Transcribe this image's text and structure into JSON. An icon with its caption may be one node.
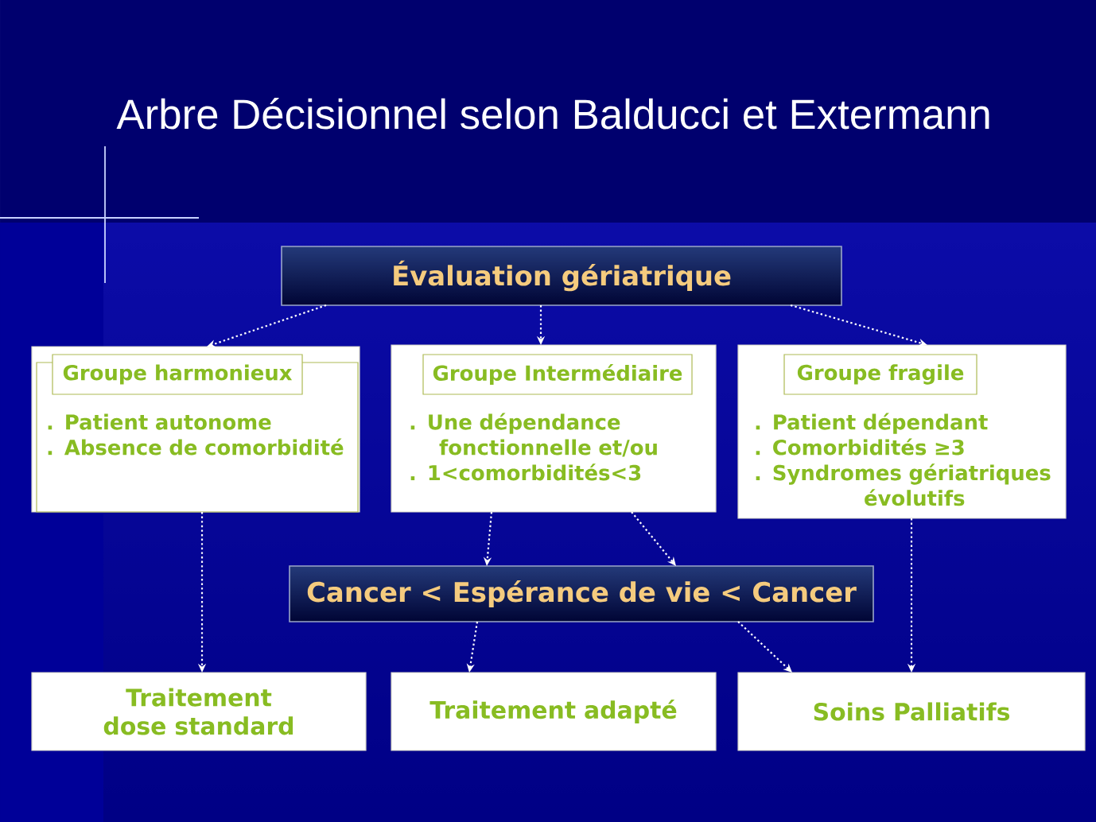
{
  "diagram": {
    "title": "Arbre Décisionnel selon Balducci et Extermann",
    "nodes": [
      {
        "text": [
          "Évaluation gériatrique"
        ]
      },
      {
        "text": [
          "Groupe harmonieux",
          ". Patient autonome",
          ". Absence de comorbidité"
        ]
      },
      {
        "text": [
          "Groupe Intermédiaire",
          ". Une dépendance fonctionnelle et/ou",
          ". 1<comorbidités<3"
        ]
      },
      {
        "text": [
          "Groupe fragile",
          ". Patient dépendant",
          ". Comorbidités ≥3",
          ". Syndromes gériatriques évolutifs"
        ]
      },
      {
        "text": [
          "Cancer < Espérance de vie < Cancer"
        ]
      },
      {
        "text": [
          "Traitement dose standard"
        ]
      },
      {
        "text": [
          "Traitement adapté"
        ]
      },
      {
        "text": [
          "Soins Palliatifs"
        ]
      }
    ],
    "edges": [
      {
        "from": 0,
        "to": 1,
        "arrow": "to"
      },
      {
        "from": 0,
        "to": 2,
        "arrow": "to"
      },
      {
        "from": 0,
        "to": 3,
        "arrow": "to"
      },
      {
        "from": 1,
        "to": 5,
        "arrow": "to"
      },
      {
        "from": 2,
        "to": 4,
        "arrow": "to"
      },
      {
        "from": 2,
        "to": 4,
        "arrow": "to"
      },
      {
        "from": 3,
        "to": 7,
        "arrow": "to"
      },
      {
        "from": 4,
        "to": 6,
        "arrow": "to"
      },
      {
        "from": 4,
        "to": 7,
        "arrow": "to"
      }
    ]
  }
}
